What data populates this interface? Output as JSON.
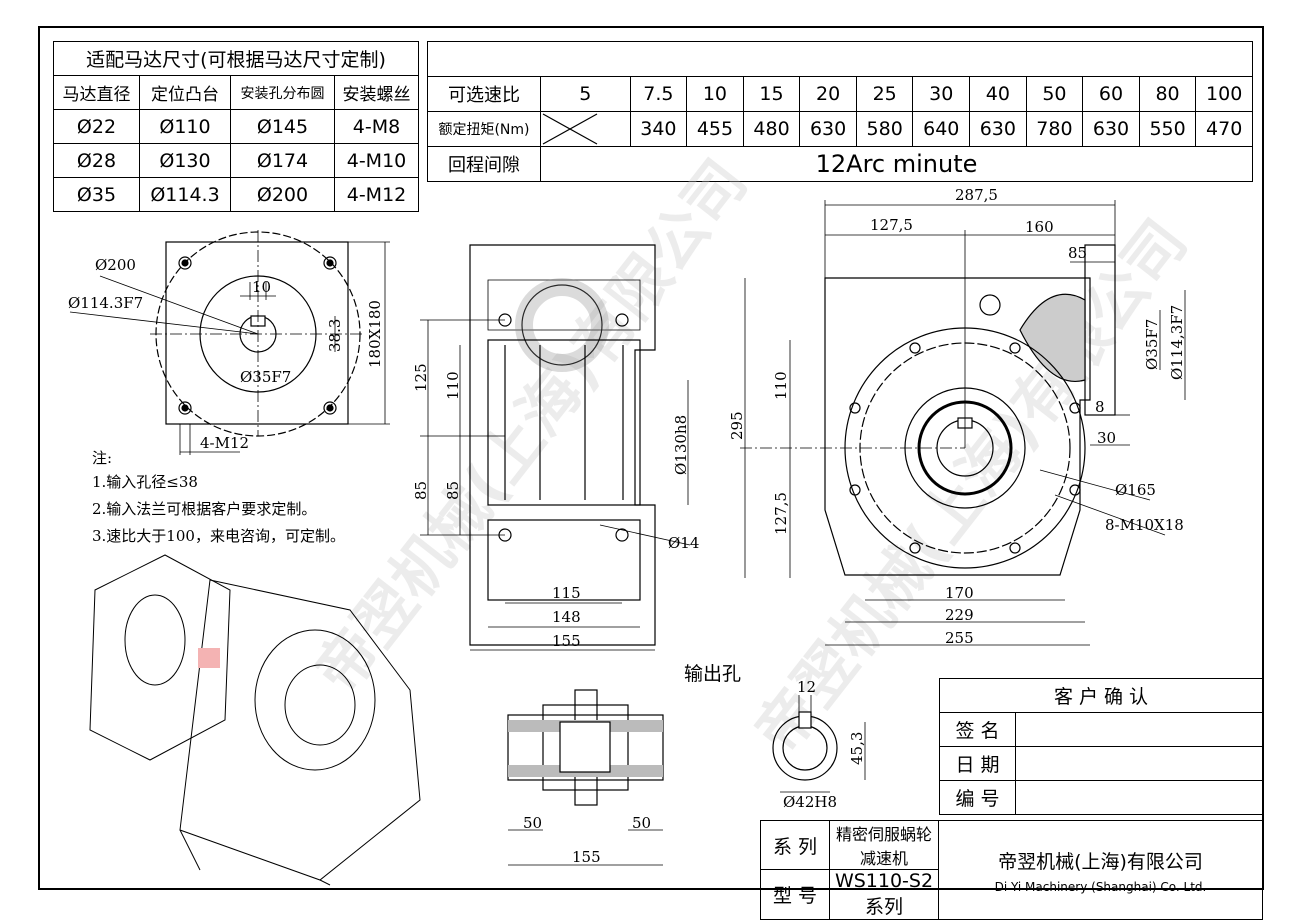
{
  "motor_table": {
    "title": "适配马达尺寸(可根据马达尺寸定制)",
    "headers": [
      "马达直径",
      "定位凸台",
      "安装孔分布圆",
      "安装螺丝"
    ],
    "rows": [
      [
        "Ø22",
        "Ø110",
        "Ø145",
        "4-M8"
      ],
      [
        "Ø28",
        "Ø130",
        "Ø174",
        "4-M10"
      ],
      [
        "Ø35",
        "Ø114.3",
        "Ø200",
        "4-M12"
      ]
    ]
  },
  "ratio_table": {
    "ratio_label": "可选速比",
    "ratios": [
      "5",
      "7.5",
      "10",
      "15",
      "20",
      "25",
      "30",
      "40",
      "50",
      "60",
      "80",
      "100"
    ],
    "torque_label": "额定扭矩(Nm)",
    "torques": [
      "340",
      "455",
      "480",
      "630",
      "580",
      "640",
      "630",
      "780",
      "630",
      "550",
      "470"
    ],
    "backlash_label": "回程间隙",
    "backlash_value": "12Arc minute"
  },
  "dims_left": {
    "d200": "Ø200",
    "d1143": "Ø114.3F7",
    "d10": "10",
    "d383": "38.3",
    "d35": "Ø35F7",
    "sq": "180X180",
    "m12": "4-M12"
  },
  "dims_mid": {
    "d125": "125",
    "d110": "110",
    "d85a": "85",
    "d85b": "85",
    "d130": "Ø130h8",
    "d14": "Ø14",
    "d115": "115",
    "d148": "148",
    "d155": "155"
  },
  "dims_right": {
    "d2875": "287,5",
    "d1275": "127,5",
    "d160": "160",
    "d85": "85",
    "d35f7": "Ø35F7",
    "d1143f7": "Ø114,3F7",
    "d8": "8",
    "d30": "30",
    "d295": "295",
    "d110": "110",
    "d1275b": "127,5",
    "d165": "Ø165",
    "m10": "8-M10X18",
    "d170": "170",
    "d229": "229",
    "d255": "255"
  },
  "notes": {
    "title": "注:",
    "n1": "1.输入孔径≤38",
    "n2": "2.输入法兰可根据客户要求定制。",
    "n3": "3.速比大于100，来电咨询，可定制。"
  },
  "output_hole": {
    "label": "输出孔",
    "d50a": "50",
    "d50b": "50",
    "d155": "155",
    "d12": "12",
    "d453": "45,3",
    "d42": "Ø42H8"
  },
  "confirm": {
    "title": "客 户 确 认",
    "sign": "签 名",
    "date": "日 期",
    "number": "编 号"
  },
  "series": {
    "series_label": "系 列",
    "series_value": "精密伺服蜗轮减速机",
    "model_label": "型 号",
    "model_value": "WS110-S2系列",
    "company_cn": "帝翌机械(上海)有限公司",
    "company_en": "Di Yi Machinery (Shanghai) Co. Ltd."
  },
  "watermark": {
    "text1": "帝翌机械(上海)有限公司",
    "text2": "帝翌机械(上海)有限公司"
  }
}
